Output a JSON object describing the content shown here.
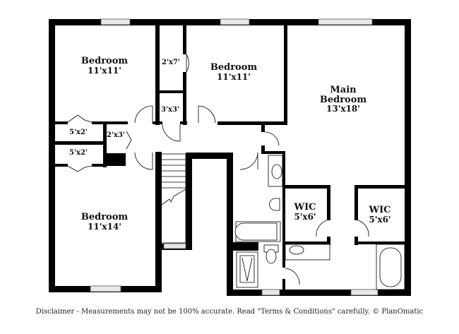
{
  "plan": {
    "rooms": [
      {
        "id": "bedroom-nw",
        "name": "Bedroom",
        "dim": "11'x11'"
      },
      {
        "id": "bedroom-n",
        "name": "Bedroom",
        "dim": "11'x11'"
      },
      {
        "id": "main-bedroom",
        "name_line1": "Main",
        "name_line2": "Bedroom",
        "dim": "13'x18'"
      },
      {
        "id": "bedroom-sw",
        "name": "Bedroom",
        "dim": "11'x14'"
      },
      {
        "id": "wic-1",
        "name": "WIC",
        "dim": "5'x6'"
      },
      {
        "id": "wic-2",
        "name": "WIC",
        "dim": "5'x6'"
      }
    ],
    "closets": [
      {
        "id": "closet-2x7",
        "dim": "2'x7'"
      },
      {
        "id": "closet-3x3",
        "dim": "3'x3'"
      },
      {
        "id": "closet-5x2-a",
        "dim": "5'x2'"
      },
      {
        "id": "closet-5x2-b",
        "dim": "5'x2'"
      },
      {
        "id": "closet-2x3",
        "dim": "2'x3'"
      }
    ],
    "colors": {
      "wall": "#000000",
      "background": "#ffffff",
      "window": "#e8e8e8"
    }
  },
  "footer": {
    "disclaimer": "Disclaimer - Measurements may not be 100% accurate. Read \"Terms & Conditions\" carefully. © PlanOmatic"
  }
}
